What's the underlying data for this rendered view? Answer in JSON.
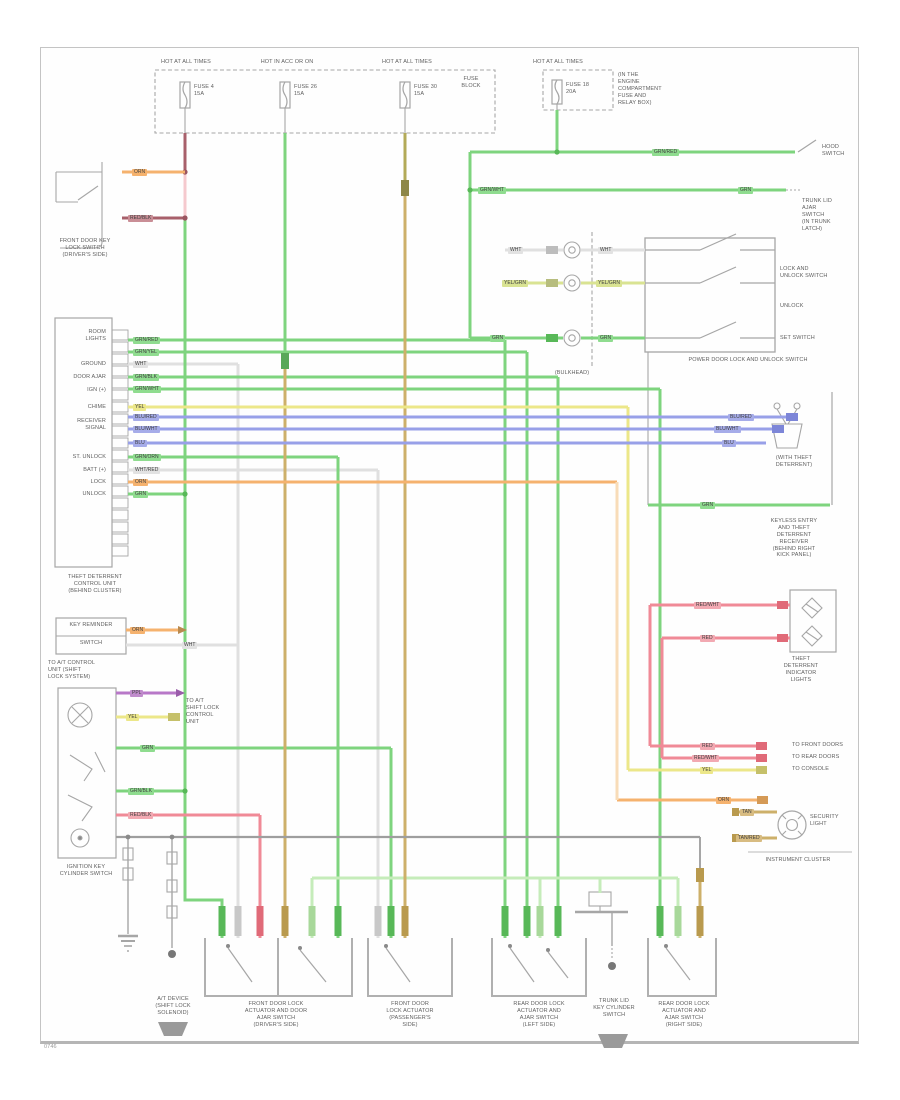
{
  "colors": {
    "green": "#7ed47e",
    "light_green": "#c5ecba",
    "tan": "#cdb06a",
    "olive": "#b3aa58",
    "maroon": "#a8606b",
    "pink_red": "#f08a97",
    "orange": "#f5b26e",
    "peach": "#f8dcb8",
    "yellow": "#ece789",
    "blue": "#98a0e8",
    "purple": "#b878c8",
    "white_wire": "#e0e0e0",
    "line_gray": "#a0a0a0",
    "text_gray": "#5f5f5f"
  },
  "labels": {
    "h1": "HOT AT ALL TIMES",
    "h2": "HOT IN ACC OR ON",
    "h3": "HOT AT ALL TIMES",
    "h4": "HOT AT ALL TIMES",
    "fuse1": "FUSE 4\n15A",
    "fuse2": "FUSE 26\n15A",
    "fuse3": "FUSE 30\n15A",
    "fuse4": "FUSE 18\n20A",
    "fusebox": "FUSE\nBLOCK",
    "fuse4_note": "(IN THE\nENGINE\nCOMPARTMENT\nFUSE AND\nRELAY BOX)",
    "k1": "FRONT DOOR KEY\nLOCK SWITCH\n(DRIVER'S SIDE)",
    "m1_rows": [
      "ROOM\nLIGHTS",
      "GROUND",
      "DOOR AJAR",
      "IGN (+)",
      "CHIME",
      "RECEIVER\nSIGNAL",
      "ST. UNLOCK",
      "BATT (+)",
      "LOCK",
      "UNLOCK"
    ],
    "m1_name": "THEFT DETERRENT\nCONTROL UNIT\n(BEHIND CLUSTER)",
    "b2_row1": "KEY REMINDER",
    "b2_row2": "SWITCH",
    "b2_name": "TO A/T CONTROL\nUNIT (SHIFT\nLOCK SYSTEM)",
    "tb": "TO A/T\nSHIFT LOCK\nCONTROL\nUNIT",
    "k2_name": "IGNITION KEY\nCYLINDER SWITCH",
    "gl": "A/T DEVICE\n(SHIFT LOCK\nSOLENOID)",
    "jl": "TRUNK LID\nKEY CYLINDER\nSWITCH",
    "bl1": "FRONT DOOR LOCK\nACTUATOR AND DOOR\nAJAR SWITCH\n(DRIVER'S SIDE)",
    "bl2": "FRONT DOOR\nLOCK ACTUATOR\n(PASSENGER'S\nSIDE)",
    "bl3": "REAR DOOR LOCK\nACTUATOR AND\nAJAR SWITCH\n(LEFT SIDE)",
    "bl4": "REAR DOOR LOCK\nACTUATOR AND\nAJAR SWITCH\n(RIGHT SIDE)",
    "sw1_r1": "LOCK AND\nUNLOCK SWITCH",
    "sw1_r2": "UNLOCK",
    "sw1_r3": "SET SWITCH",
    "sw1_name": "POWER DOOR LOCK AND UNLOCK SWITCH",
    "bulkhead": "(BULKHEAD)",
    "hood": "HOOD\nSWITCH",
    "trunk": "TRUNK LID\nAJAR\nSWITCH\n(IN TRUNK\nLATCH)",
    "bz_note": "(WITH THEFT\nDETERRENT)",
    "bz_name": "KEYLESS ENTRY\nAND THEFT\nDETERRENT\nRECEIVER\n(BEHIND RIGHT\nKICK PANEL)",
    "rc_name": "THEFT\nDETERRENT\nINDICATOR\nLIGHTS",
    "rt1": "TO FRONT DOORS",
    "rt2": "TO REAR DOORS",
    "rt3": "TO CONSOLE",
    "cl_light": "SECURITY\nLIGHT",
    "cluster": "INSTRUMENT CLUSTER",
    "footer": "0746"
  },
  "chips": {
    "k1_orn": "ORN",
    "k1_red": "RED/BLK",
    "f4": "GRN/RED",
    "l190a": "GRN/WHT",
    "l190b": "GRN",
    "c1l": "WHT",
    "c1r": "WHT",
    "c2l": "YEL/GRN",
    "c2r": "YEL/GRN",
    "c3l": "GRN",
    "c3r": "GRN",
    "m": [
      "GRN/RED",
      "GRN/YEL",
      "WHT",
      "GRN/BLK",
      "GRN/WHT",
      "YEL",
      "BLU/RED",
      "BLU/WHT",
      "BLU",
      "GRN/ORN",
      "WHT/RED",
      "ORN",
      "GRN"
    ],
    "b1": "BLU/RED",
    "b2": "BLU/WHT",
    "b3": "BLU",
    "g505": "GRN",
    "r1": "RED/WHT",
    "r2": "RED",
    "rb1": "RED",
    "rb2": "RED/WHT",
    "rb3": "YEL",
    "orn2": "ORN",
    "tan1": "TAN",
    "tan2": "TAN/RED",
    "k2_ppl": "PPL",
    "k2_yel": "YEL",
    "k2_grn": "GRN",
    "k2_gnb": "GRN/BLK",
    "k2_red": "RED/BLK",
    "b2_orn": "ORN",
    "b2_wht": "WHT"
  }
}
